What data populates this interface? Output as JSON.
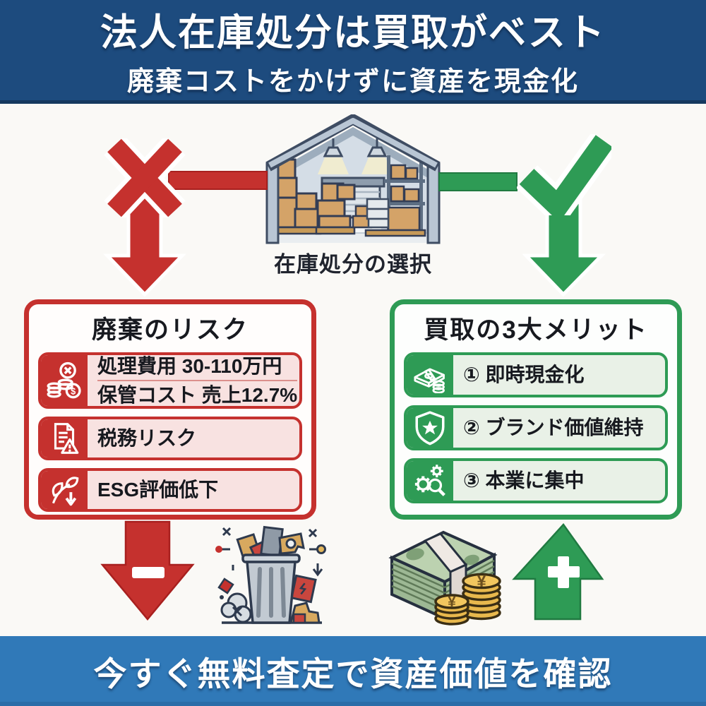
{
  "header": {
    "title": "法人在庫処分は買取がベスト",
    "subtitle": "廃棄コストをかけずに資産を現金化"
  },
  "flow": {
    "source_label": "在庫処分の選択",
    "reject_icon": "x-mark",
    "accept_icon": "check-mark",
    "down_minus_label": "−",
    "up_plus_label": "+"
  },
  "left_panel": {
    "title": "廃棄のリスク",
    "accent_color": "#c5312e",
    "items": [
      {
        "icon": "coins-x-icon",
        "lines": [
          "処理費用 30-110万円",
          "保管コスト 売上12.7%"
        ]
      },
      {
        "icon": "document-warning-icon",
        "lines": [
          "税務リスク"
        ]
      },
      {
        "icon": "leaf-down-icon",
        "lines": [
          "ESG評価低下"
        ]
      }
    ]
  },
  "right_panel": {
    "title": "買取の3大メリット",
    "accent_color": "#2e9b55",
    "items": [
      {
        "icon": "cash-stack-icon",
        "lines": [
          "① 即時現金化"
        ]
      },
      {
        "icon": "shield-star-icon",
        "lines": [
          "② ブランド価値維持"
        ]
      },
      {
        "icon": "gears-magnifier-icon",
        "lines": [
          "③ 本業に集中"
        ]
      }
    ]
  },
  "footer": {
    "cta": "今すぐ無料査定で資産価値を確認"
  },
  "colors": {
    "banner_navy": "#1d4b7e",
    "banner_blue": "#3079b8",
    "negative_red": "#c5312e",
    "positive_green": "#2e9b55",
    "risk_item_bg": "#f8e2e1",
    "merit_item_bg": "#e9f1e7"
  }
}
